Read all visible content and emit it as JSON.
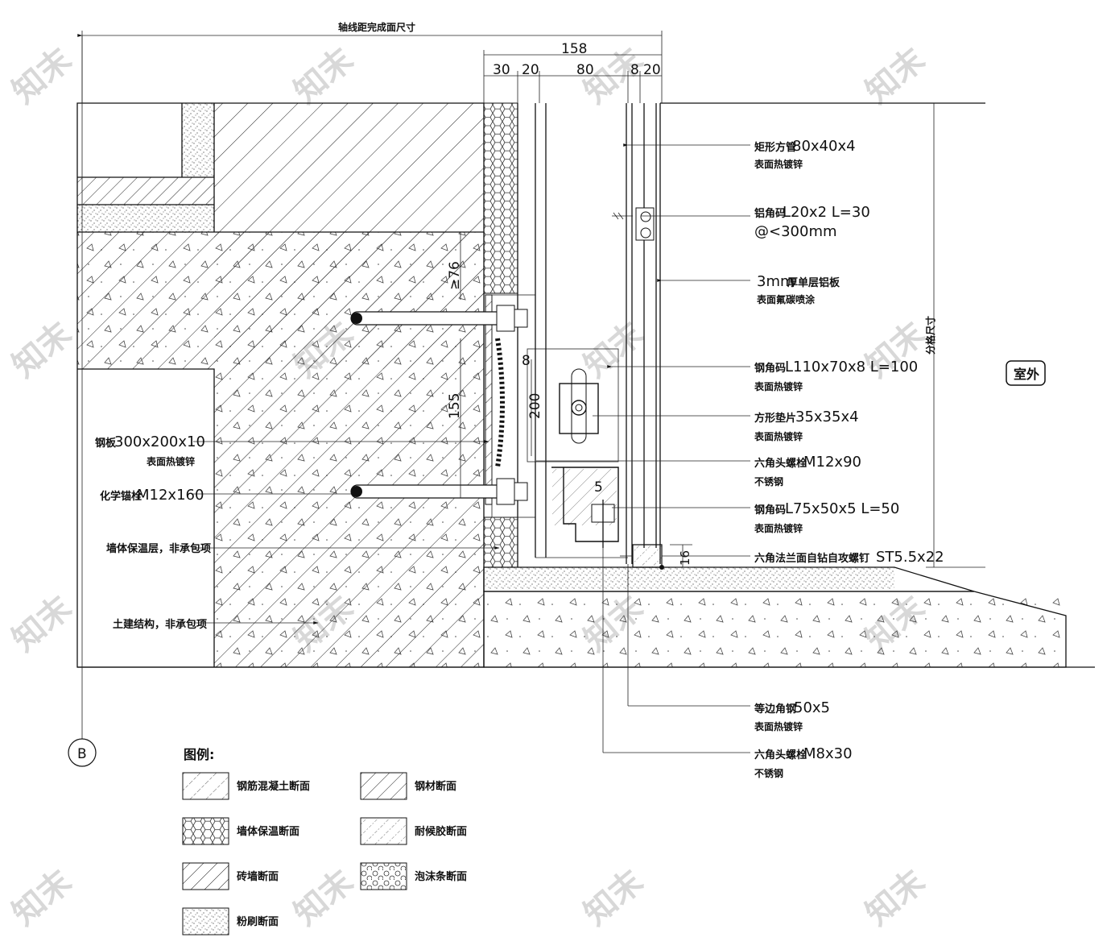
{
  "dimensions": {
    "top_label": "轴线距完成面尺寸",
    "total": "158",
    "d30": "30",
    "d20a": "20",
    "d80": "80",
    "d8": "8",
    "d20b": "20",
    "d76": "≥76",
    "d155": "155",
    "d200": "200",
    "weld8": "8",
    "weld5": "5",
    "d16": "16",
    "right_span": "分格尺寸"
  },
  "outside_badge": "室外",
  "axis_label": "B",
  "right_callouts": [
    {
      "cn": "矩形方管",
      "val": "80x40x4",
      "sub": "表面热镀锌"
    },
    {
      "cn": "铝角码",
      "val": "L20x2 L=30",
      "sub": "@<300mm"
    },
    {
      "cn": "3mm",
      "val": "厚单层铝板",
      "sub": "表面氟碳喷涂"
    },
    {
      "cn": "钢角码",
      "val": "L110x70x8 L=100",
      "sub": "表面热镀锌"
    },
    {
      "cn": "方形垫片",
      "val": "35x35x4",
      "sub": "表面热镀锌"
    },
    {
      "cn": "六角头螺栓",
      "val": "M12x90",
      "sub": "不锈钢"
    },
    {
      "cn": "钢角码",
      "val": "L75x50x5 L=50",
      "sub": "表面热镀锌"
    },
    {
      "cn": "六角法兰面自钻自攻螺钉",
      "val": "ST5.5x22",
      "sub": ""
    },
    {
      "cn": "等边角钢",
      "val": "50x5",
      "sub": "表面热镀锌"
    },
    {
      "cn": "六角头螺栓",
      "val": "M8x30",
      "sub": "不锈钢"
    }
  ],
  "left_callouts": [
    {
      "cn": "钢板",
      "val": "300x200x10",
      "sub": "表面热镀锌"
    },
    {
      "cn": "化学锚栓",
      "val": "M12x160",
      "sub": ""
    },
    {
      "cn": "墙体保温层，非承包项",
      "val": "",
      "sub": ""
    },
    {
      "cn": "土建结构，非承包项",
      "val": "",
      "sub": ""
    }
  ],
  "legend": {
    "title": "图例:",
    "items": [
      {
        "label": "钢筋混凝土断面",
        "pattern": "concrete"
      },
      {
        "label": "钢材断面",
        "pattern": "steel"
      },
      {
        "label": "墙体保温断面",
        "pattern": "insulation"
      },
      {
        "label": "耐候胶断面",
        "pattern": "sealant"
      },
      {
        "label": "砖墙断面",
        "pattern": "brick"
      },
      {
        "label": "泡沫条断面",
        "pattern": "foam"
      },
      {
        "label": "粉刷断面",
        "pattern": "plaster"
      }
    ]
  },
  "colors": {
    "line": "#111111",
    "watermark": "#d8d8d8",
    "background": "#ffffff"
  }
}
